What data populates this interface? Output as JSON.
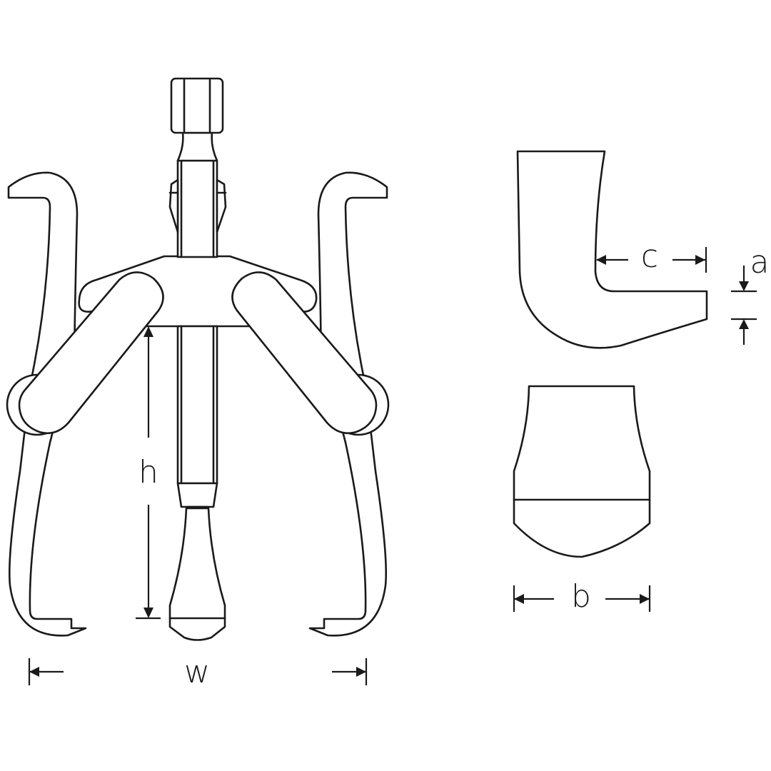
{
  "diagram": {
    "subject": "Two-arm gear puller technical drawing",
    "views": [
      "front-view-puller",
      "jaw-side-profile",
      "jaw-front-profile"
    ],
    "dimension_labels": {
      "width": "w",
      "height": "h",
      "jaw_reach": "c",
      "jaw_thickness": "a",
      "jaw_width": "b"
    },
    "colors": {
      "line": "#1a1a1a",
      "background": "#ffffff"
    }
  }
}
